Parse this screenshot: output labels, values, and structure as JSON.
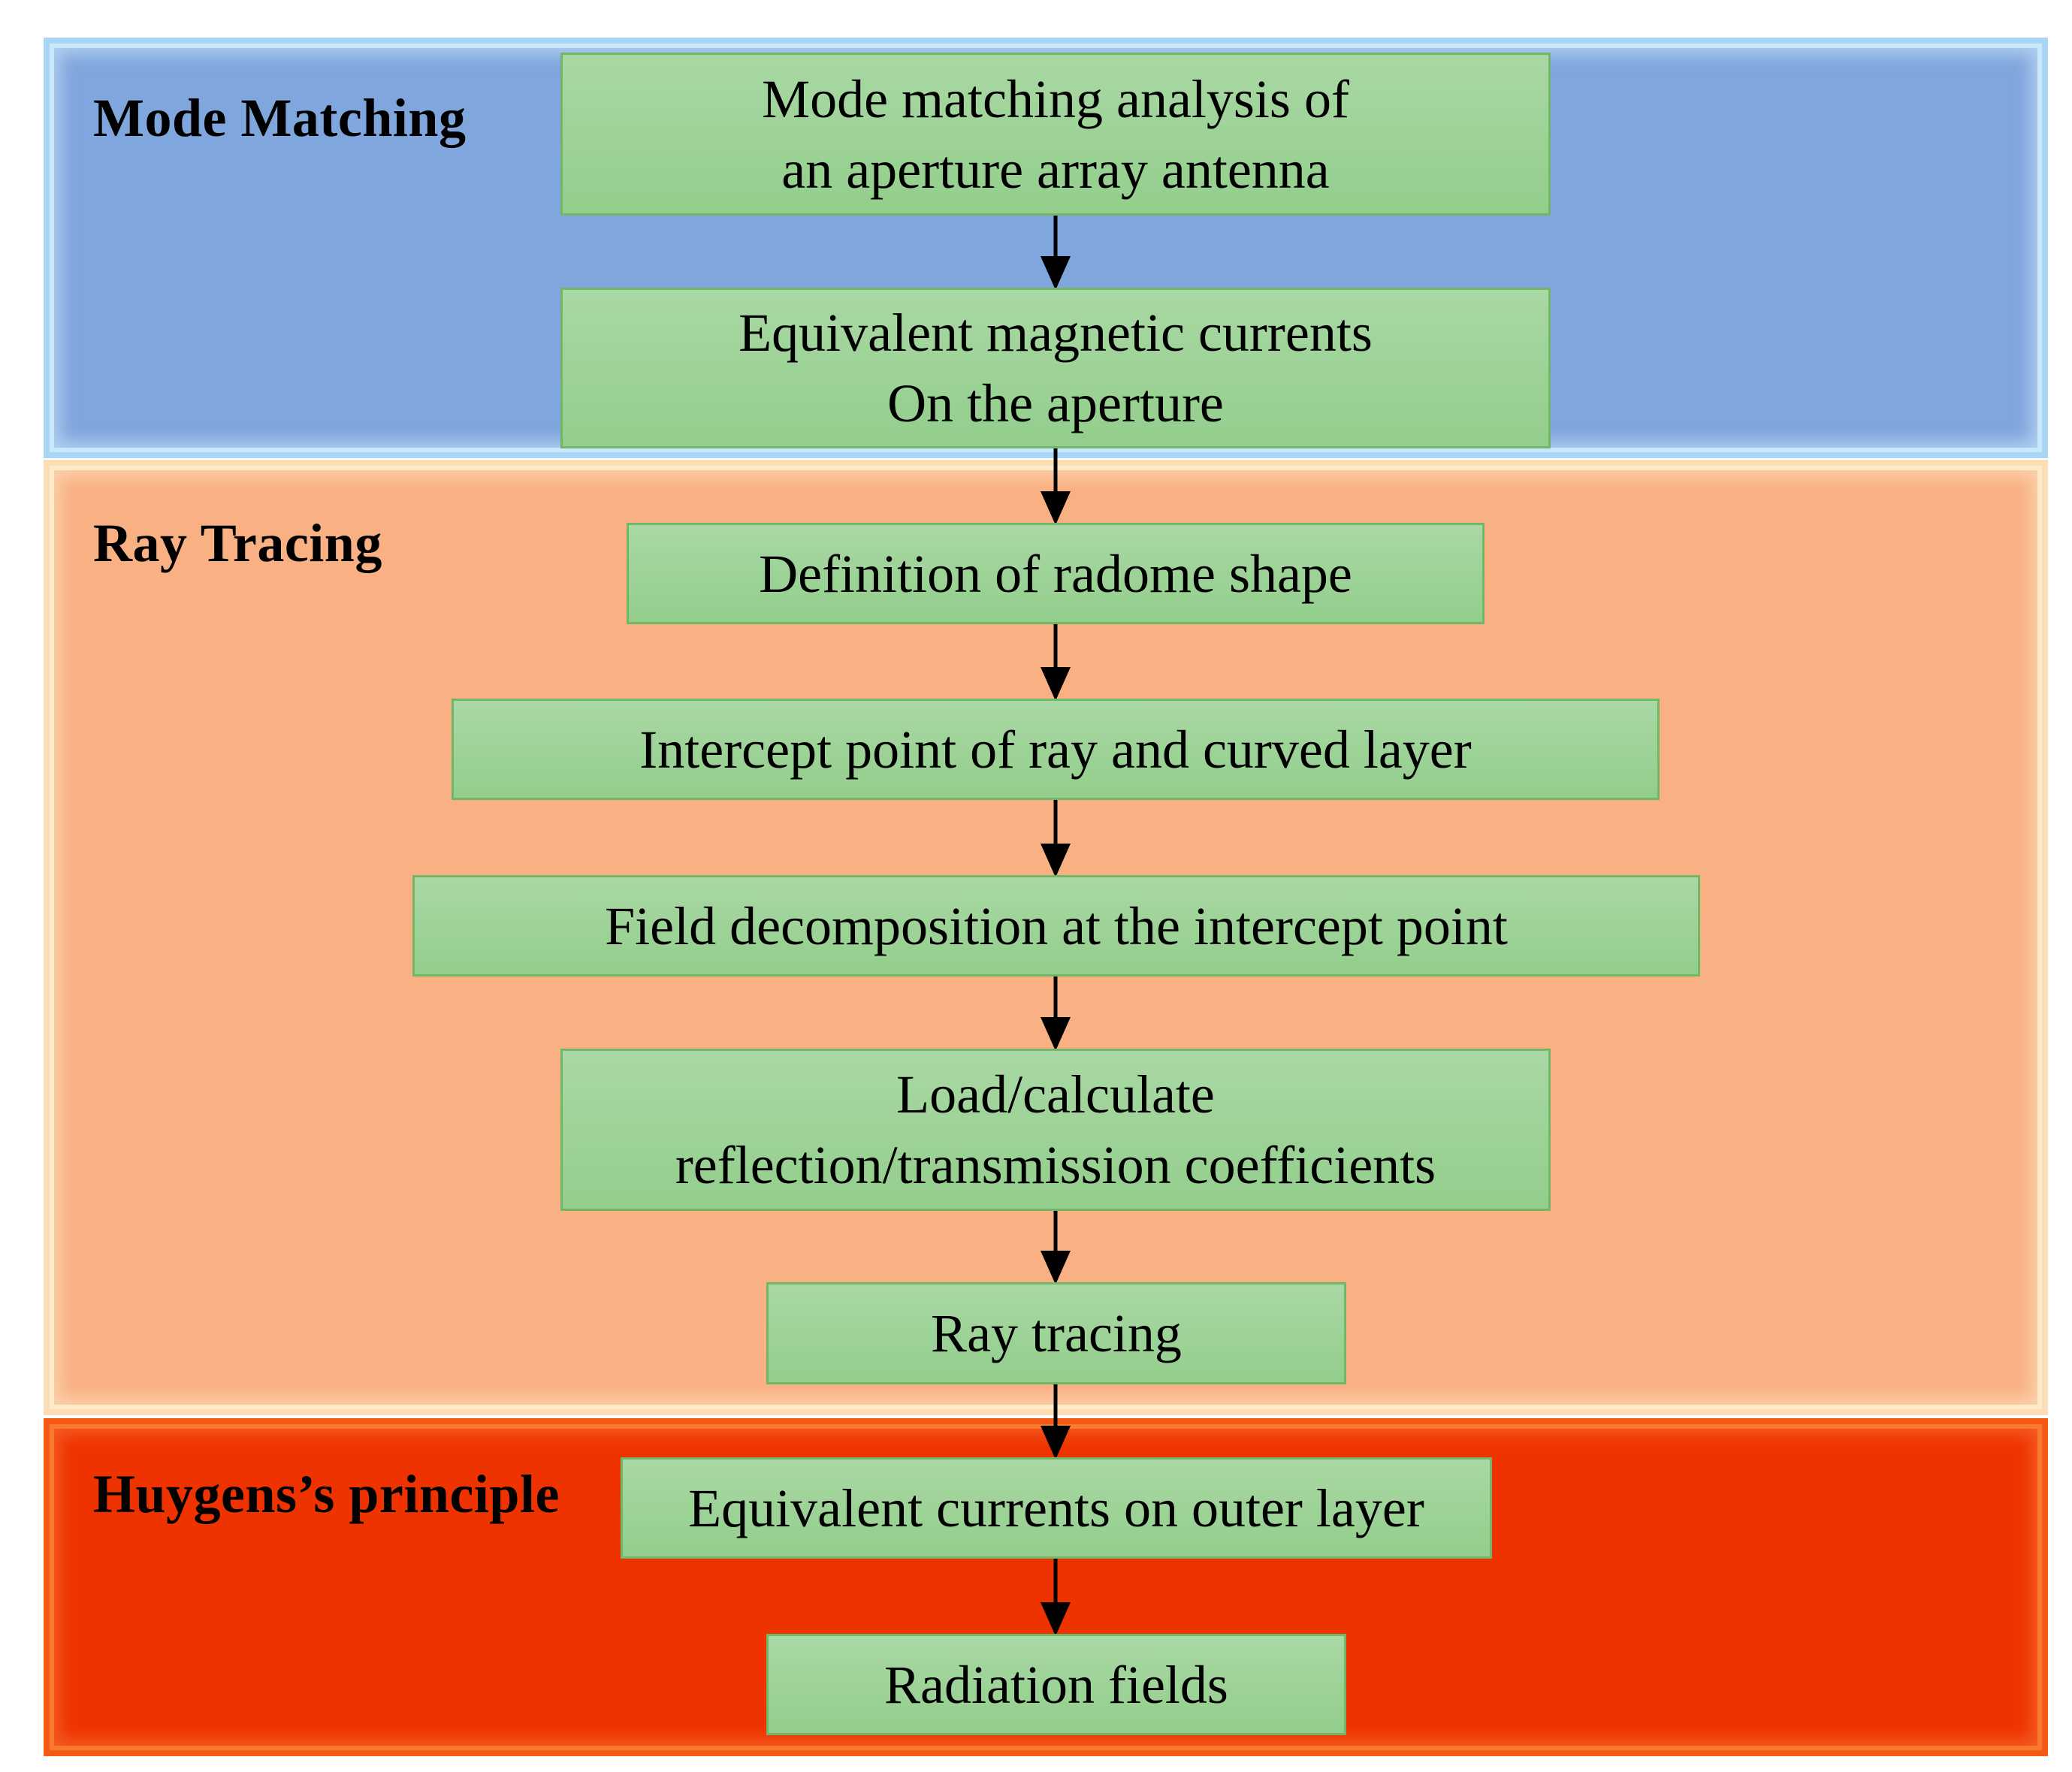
{
  "sections": {
    "mode_matching": {
      "title": "Mode Matching",
      "color": "#7FA6DD"
    },
    "ray_tracing": {
      "title": "Ray Tracing",
      "color": "#F9B083"
    },
    "huygens": {
      "title": "Huygens’s principle",
      "color": "#EE3300"
    }
  },
  "steps": [
    {
      "lines": [
        "Mode matching analysis of",
        "an aperture array antenna"
      ]
    },
    {
      "lines": [
        "Equivalent magnetic currents",
        "On the aperture"
      ]
    },
    {
      "lines": [
        "Definition of radome shape"
      ]
    },
    {
      "lines": [
        "Intercept point of ray and curved layer"
      ]
    },
    {
      "lines": [
        "Field decomposition at the intercept point"
      ]
    },
    {
      "lines": [
        "Load/calculate",
        "reflection/transmission coefficients"
      ]
    },
    {
      "lines": [
        "Ray tracing"
      ]
    },
    {
      "lines": [
        "Equivalent currents on outer layer"
      ]
    },
    {
      "lines": [
        "Radiation fields"
      ]
    }
  ],
  "colors": {
    "step_fill": "#9FD49A",
    "step_border": "#72B768",
    "arrow": "#000000"
  }
}
